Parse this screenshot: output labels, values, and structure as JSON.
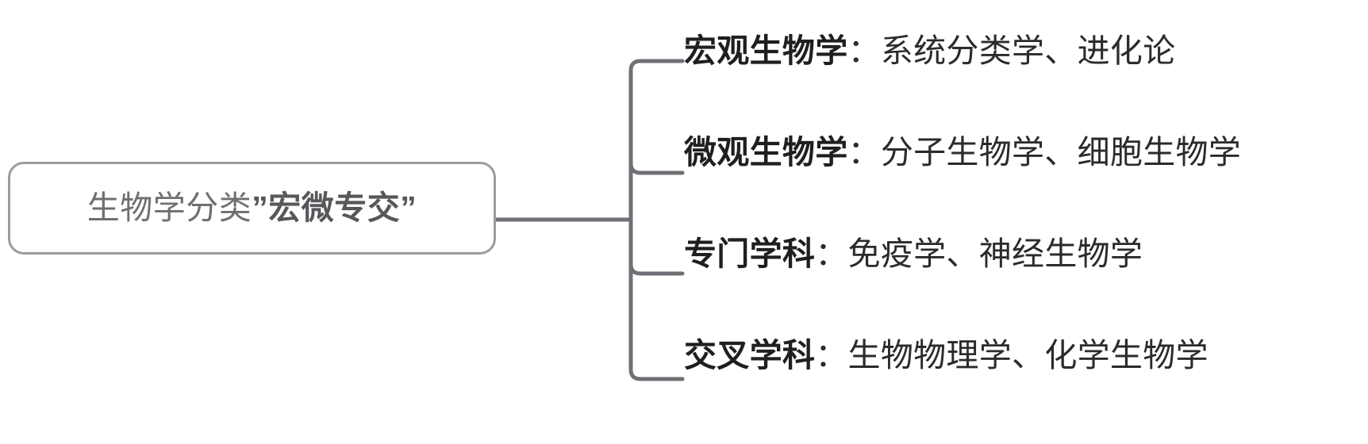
{
  "diagram": {
    "type": "mind-map",
    "orientation": "left-to-right",
    "colors": {
      "root_border": "#9b9ba1",
      "root_text": "#6f6f73",
      "connector": "#6f6f76",
      "branch_text": "#2b2b2b",
      "background": "#ffffff"
    },
    "root": {
      "text_plain": "生物学分类",
      "text_emphasis": "”宏微专交”",
      "full_text": "生物学分类”宏微专交”"
    },
    "branches": [
      {
        "key": "宏观生物学",
        "separator": "：",
        "value": "系统分类学、进化论",
        "full_text": "宏观生物学：系统分类学、进化论"
      },
      {
        "key": "微观生物学",
        "separator": "：",
        "value": "分子生物学、细胞生物学",
        "full_text": "微观生物学：分子生物学、细胞生物学"
      },
      {
        "key": "专门学科",
        "separator": "：",
        "value": "免疫学、神经生物学",
        "full_text": "专门学科：免疫学、神经生物学"
      },
      {
        "key": "交叉学科",
        "separator": "：",
        "value": "生物物理学、化学生物学",
        "full_text": "交叉学科：生物物理学、化学生物学"
      }
    ]
  }
}
